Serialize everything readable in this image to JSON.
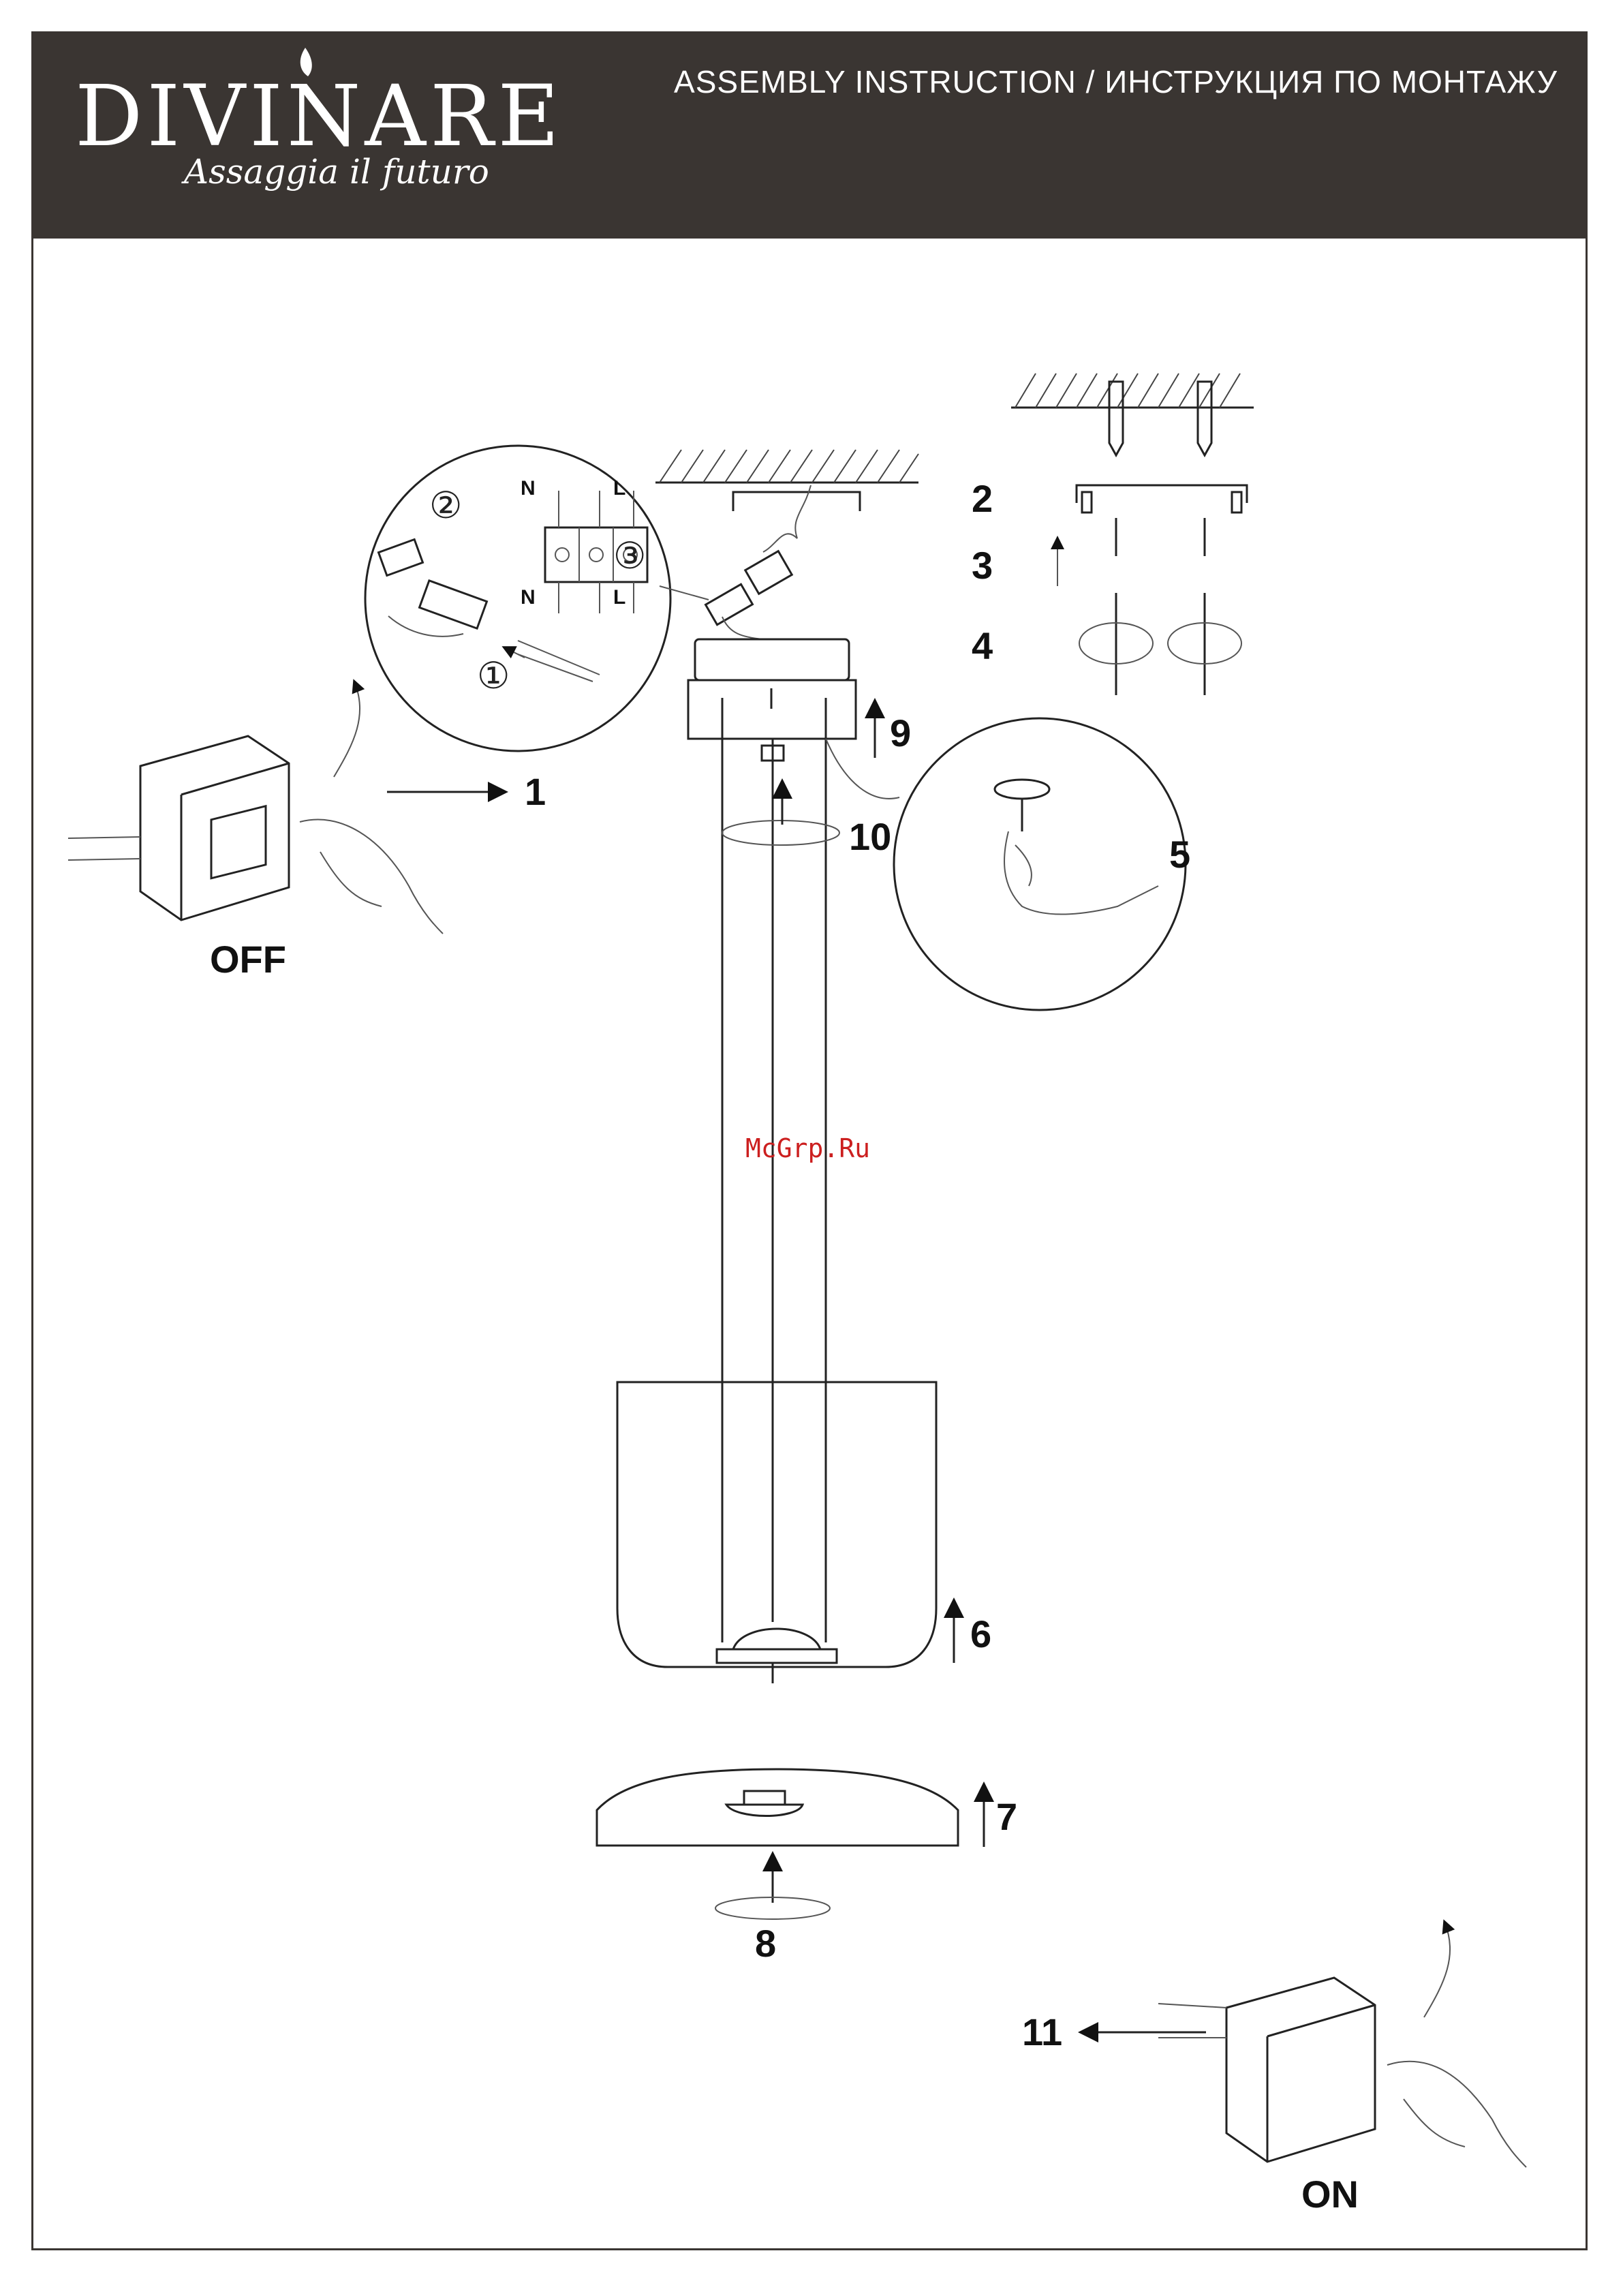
{
  "header": {
    "brand": "DIVINARE",
    "tagline": "Assaggia il futuro",
    "title": "ASSEMBLY INSTRUCTION / ИНСТРУКЦИЯ ПО МОНТАЖУ"
  },
  "watermark": "McGrp.Ru",
  "steps": {
    "s1": "1",
    "s2": "2",
    "s3": "3",
    "s4": "4",
    "s5": "5",
    "s6": "6",
    "s7": "7",
    "s8": "8",
    "s9": "9",
    "s10": "10",
    "s11": "11"
  },
  "switch_states": {
    "off": "OFF",
    "on": "ON"
  },
  "wiring_callouts": {
    "c1": "①",
    "c2": "②",
    "c3": "③"
  },
  "terminals": {
    "n_top": "N",
    "l_top": "L",
    "n_bottom": "N",
    "l_bottom": "L"
  },
  "colors": {
    "header_bg": "#3a3532",
    "header_text": "#ffffff",
    "watermark": "#cc1f1f"
  }
}
